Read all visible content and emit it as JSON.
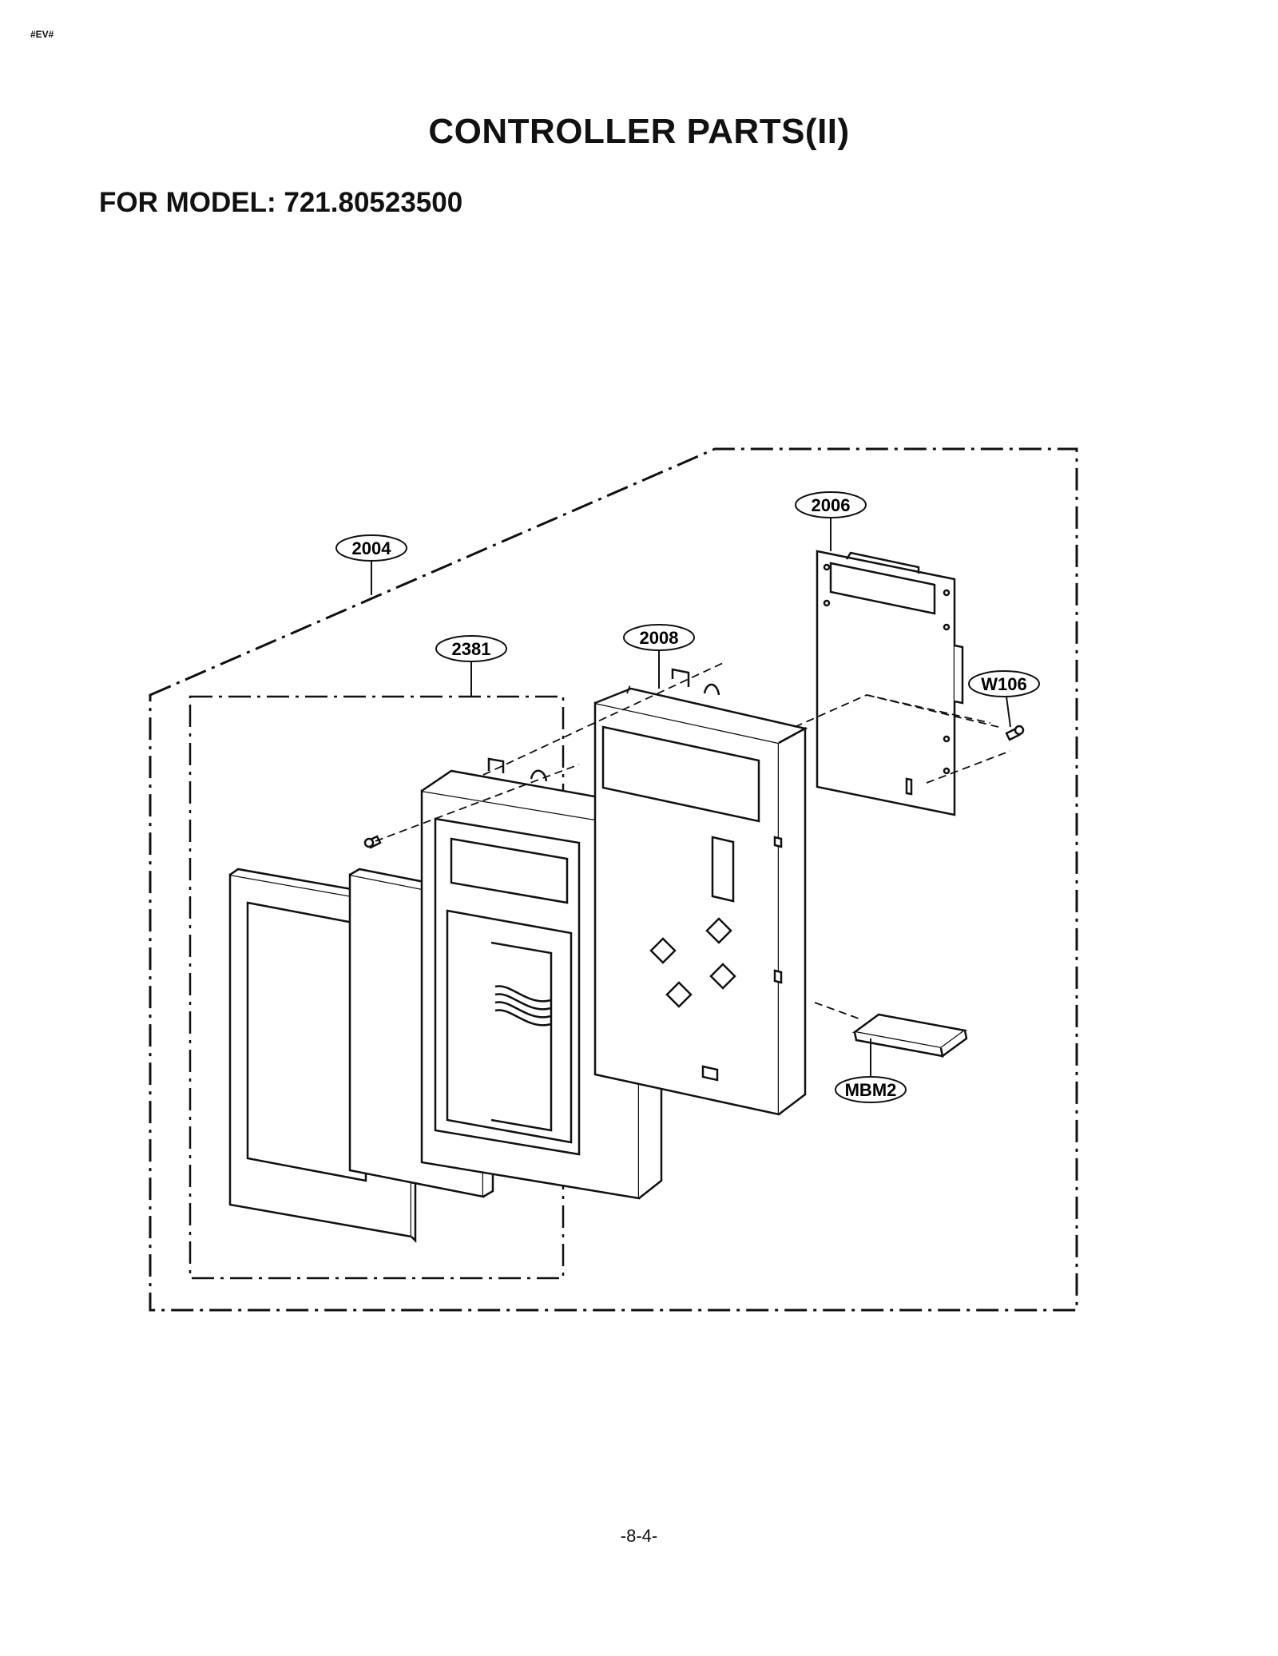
{
  "header": {
    "tag": "#EV#"
  },
  "title": "CONTROLLER PARTS(II)",
  "subtitle": "FOR MODEL: 721.80523500",
  "callouts": {
    "c2004": "2004",
    "c2006": "2006",
    "c2381": "2381",
    "c2008": "2008",
    "cW106": "W106",
    "cMBM2": "MBM2"
  },
  "footer": {
    "page": "-8-4-"
  }
}
